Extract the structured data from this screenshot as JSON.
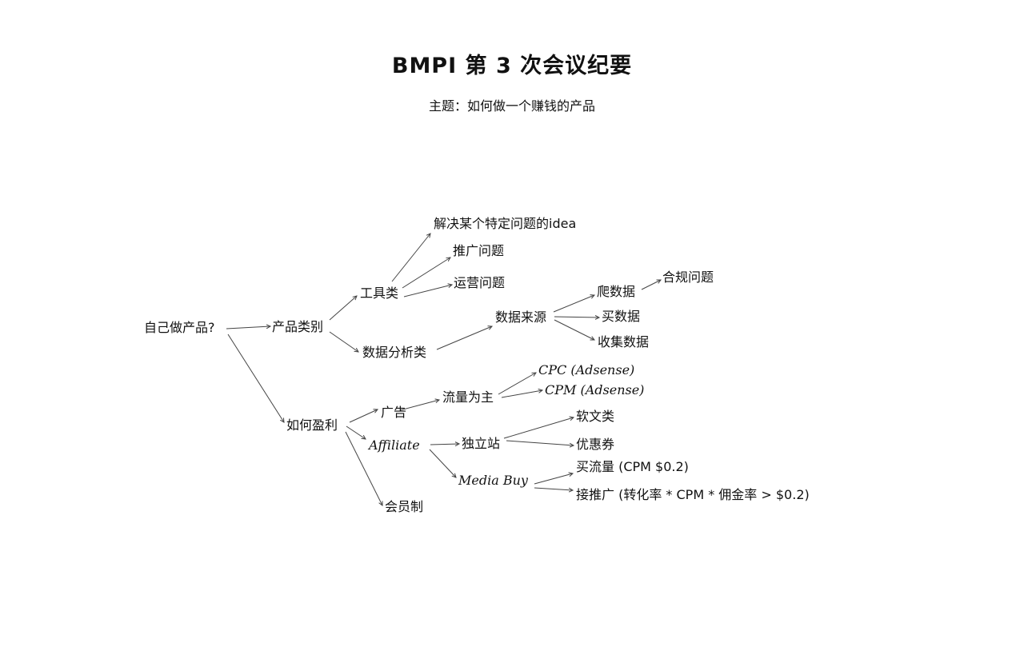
{
  "title": "BMPI 第 3 次会议纪要",
  "subtitle": "主题：如何做一个赚钱的产品",
  "nodes": {
    "root": "自己做产品?",
    "categories": "产品类别",
    "tools": "工具类",
    "data_analysis": "数据分析类",
    "idea": "解决某个特定问题的idea",
    "promotion_problem": "推广问题",
    "operation_problem": "运营问题",
    "data_source": "数据来源",
    "crawl_data": "爬数据",
    "compliance": "合规问题",
    "buy_data": "买数据",
    "collect_data": "收集数据",
    "monetize": "如何盈利",
    "ads": "广告",
    "affiliate": "Affiliate",
    "membership": "会员制",
    "traffic_based": "流量为主",
    "cpc": "CPC (Adsense)",
    "cpm": "CPM (Adsense)",
    "standalone_site": "独立站",
    "advertorial": "软文类",
    "coupon": "优惠券",
    "media_buy": "Media Buy",
    "buy_traffic": "买流量 (CPM $0.2)",
    "take_promotion": "接推广 (转化率 * CPM * 佣金率 > $0.2)"
  }
}
